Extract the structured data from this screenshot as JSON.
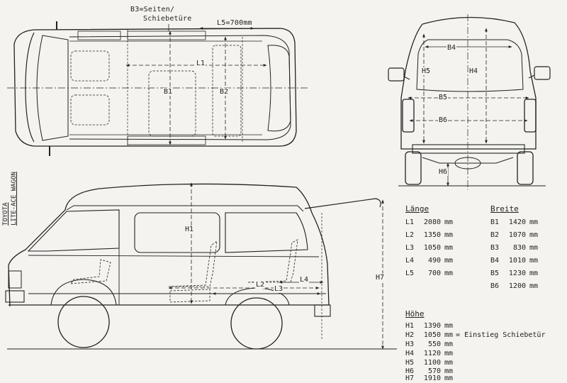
{
  "vehicle": {
    "make": "TOYOTA",
    "model": "LITE-ACE WAGON"
  },
  "annotations": {
    "b3_note_line1": "B3=Seiten/",
    "b3_note_line2": "Schiebetüre",
    "l5_note": "L5=700mm"
  },
  "dimension_labels": {
    "L1": "L1",
    "L2": "L2",
    "L3": "L3",
    "L4": "L4",
    "B1": "B1",
    "B2": "B2",
    "B4": "B4",
    "B5": "B5",
    "B6": "B6",
    "H1": "H1",
    "H4": "H4",
    "H5": "H5",
    "H6": "H6",
    "H7": "H7"
  },
  "tables": {
    "laenge": {
      "title": "Länge",
      "rows": [
        {
          "key": "L1",
          "value": "2080",
          "unit": "mm"
        },
        {
          "key": "L2",
          "value": "1350",
          "unit": "mm"
        },
        {
          "key": "L3",
          "value": "1050",
          "unit": "mm"
        },
        {
          "key": "L4",
          "value": "490",
          "unit": "mm"
        },
        {
          "key": "L5",
          "value": "700",
          "unit": "mm"
        }
      ]
    },
    "breite": {
      "title": "Breite",
      "rows": [
        {
          "key": "B1",
          "value": "1420",
          "unit": "mm"
        },
        {
          "key": "B2",
          "value": "1070",
          "unit": "mm"
        },
        {
          "key": "B3",
          "value": "830",
          "unit": "mm"
        },
        {
          "key": "B4",
          "value": "1010",
          "unit": "mm"
        },
        {
          "key": "B5",
          "value": "1230",
          "unit": "mm"
        },
        {
          "key": "B6",
          "value": "1200",
          "unit": "mm"
        }
      ]
    },
    "hoehe": {
      "title": "Höhe",
      "rows": [
        {
          "key": "H1",
          "value": "1390",
          "unit": "mm",
          "note": ""
        },
        {
          "key": "H2",
          "value": "1050",
          "unit": "mm",
          "note": "= Einstieg Schiebetür"
        },
        {
          "key": "H3",
          "value": "550",
          "unit": "mm",
          "note": ""
        },
        {
          "key": "H4",
          "value": "1120",
          "unit": "mm",
          "note": ""
        },
        {
          "key": "H5",
          "value": "1100",
          "unit": "mm",
          "note": ""
        },
        {
          "key": "H6",
          "value": "570",
          "unit": "mm",
          "note": ""
        },
        {
          "key": "H7",
          "value": "1910",
          "unit": "mm",
          "note": ""
        }
      ]
    }
  }
}
